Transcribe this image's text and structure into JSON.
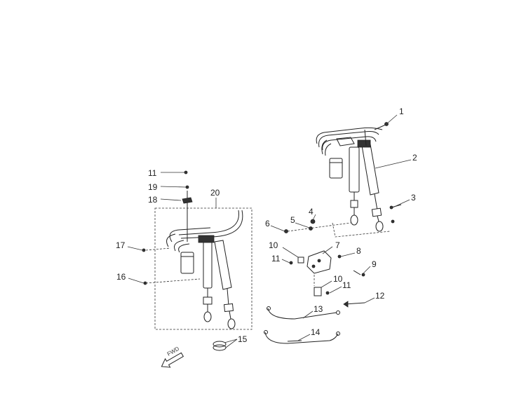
{
  "callouts": {
    "c1": "1",
    "c2": "2",
    "c3": "3",
    "c4": "4",
    "c5": "5",
    "c6": "6",
    "c7": "7",
    "c8": "8",
    "c9": "9",
    "c10a": "10",
    "c10b": "10",
    "c11a": "11",
    "c11b": "11",
    "c11c": "11",
    "c12": "12",
    "c13": "13",
    "c14": "14",
    "c15": "15",
    "c16": "16",
    "c17": "17",
    "c18": "18",
    "c19": "19",
    "c20": "20"
  },
  "direction": {
    "label": "FWD"
  }
}
